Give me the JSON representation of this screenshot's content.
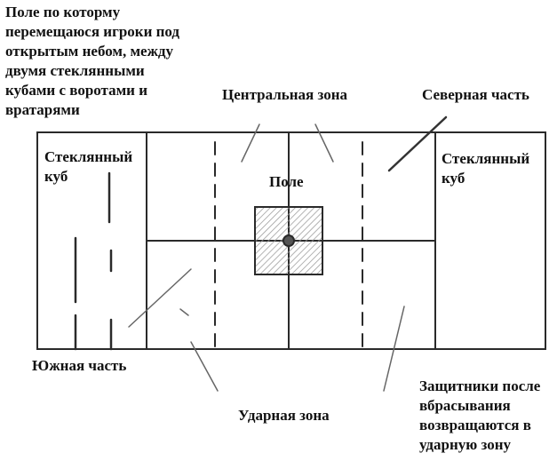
{
  "title_note": {
    "lines": [
      "Поле по которму",
      "перемещаюся игроки под",
      "открытым небом, между",
      "двумя стеклянными",
      "кубами с воротами и",
      "вратарями"
    ]
  },
  "labels": {
    "central_zone": "Центральная зона",
    "north_part": "Северная часть",
    "glass_cube_left": [
      "Стеклянный",
      "куб"
    ],
    "field": "Поле",
    "glass_cube_right": [
      "Стеклянный",
      "куб"
    ],
    "south_part": "Южная часть",
    "strike_zone": "Ударная зона",
    "defenders_note": [
      "Защитники после",
      "вбрасывания",
      "возвращаются в",
      "ударную зону"
    ]
  },
  "colors": {
    "ink": "#2a2a2a",
    "hatch": "#9a9a9a"
  }
}
